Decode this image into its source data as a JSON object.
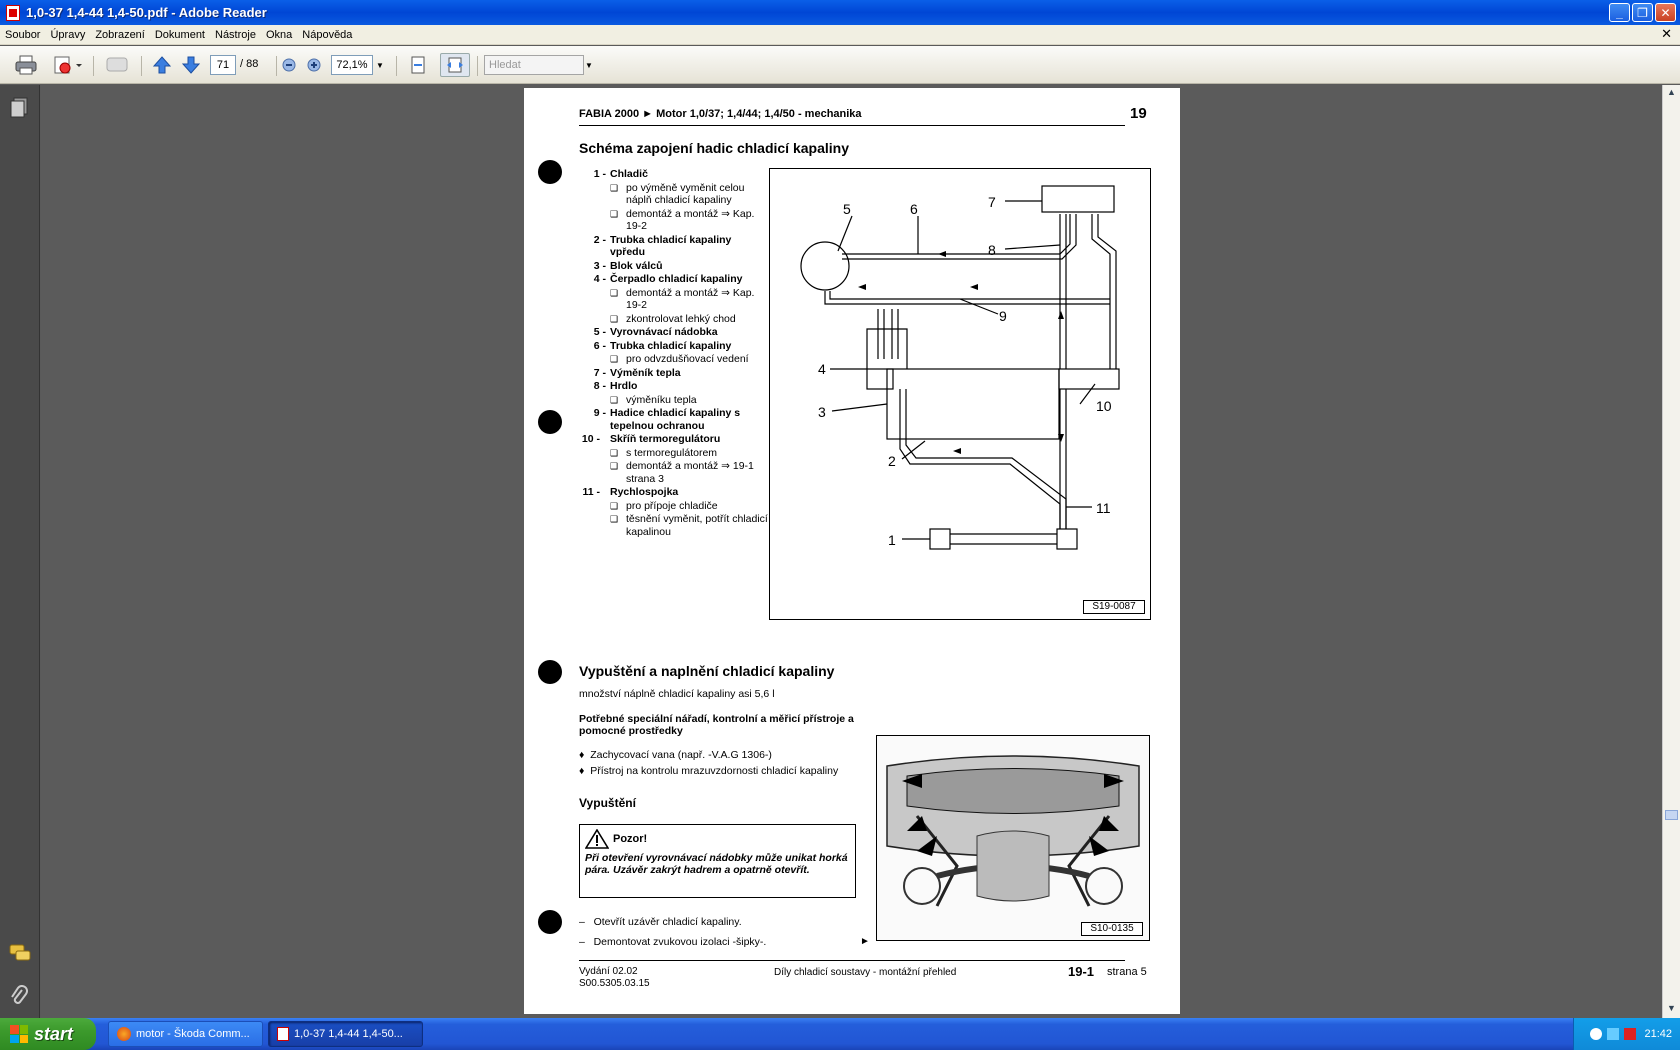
{
  "window": {
    "title": "1,0-37 1,4-44 1,4-50.pdf - Adobe Reader"
  },
  "menu": {
    "items": [
      "Soubor",
      "Úpravy",
      "Zobrazení",
      "Dokument",
      "Nástroje",
      "Okna",
      "Nápověda"
    ]
  },
  "toolbar": {
    "current_page": "71",
    "total_pages": "/ 88",
    "zoom": "72,1%",
    "search_placeholder": "Hledat"
  },
  "page": {
    "header_left": "FABIA 2000 ► Motor 1,0/37; 1,4/44; 1,4/50 - mechanika",
    "header_number": "19",
    "section1_title": "Schéma zapojení hadic chladicí kapaliny",
    "legend": [
      {
        "num": "1 -",
        "label": "Chladič",
        "subs": [
          "po výměně vyměnit celou náplň chladicí kapaliny",
          "demontáž a montáž ⇒ Kap. 19-2"
        ]
      },
      {
        "num": "2 -",
        "label": "Trubka chladicí kapaliny vpředu",
        "subs": []
      },
      {
        "num": "3 -",
        "label": "Blok válců",
        "subs": []
      },
      {
        "num": "4 -",
        "label": "Čerpadlo chladicí kapaliny",
        "subs": [
          "demontáž a montáž ⇒ Kap. 19-2",
          "zkontrolovat lehký chod"
        ]
      },
      {
        "num": "5 -",
        "label": "Vyrovnávací nádobka",
        "subs": []
      },
      {
        "num": "6 -",
        "label": "Trubka chladicí kapaliny",
        "subs": [
          "pro odvzdušňovací vedení"
        ]
      },
      {
        "num": "7 -",
        "label": "Výměník tepla",
        "subs": []
      },
      {
        "num": "8 -",
        "label": "Hrdlo",
        "subs": [
          "výměníku tepla"
        ]
      },
      {
        "num": "9 -",
        "label": "Hadice chladicí kapaliny s tepelnou ochranou",
        "subs": []
      },
      {
        "num": "10 -",
        "label": "Skříň termoregulátoru",
        "subs": [
          "s termoregulátorem",
          "demontáž a montáž ⇒ 19-1 strana 3"
        ]
      },
      {
        "num": "11 -",
        "label": "Rychlospojka",
        "subs": [
          "pro přípoje chladiče",
          "těsnění vyměnit, potřít chladicí kapalinou"
        ]
      }
    ],
    "diagram_labels": [
      "1",
      "2",
      "3",
      "4",
      "5",
      "6",
      "7",
      "8",
      "9",
      "10",
      "11"
    ],
    "diagram_code": "S19-0087",
    "section2_title": "Vypuštění a naplnění chladicí kapaliny",
    "fill_amount": "množství náplně chladicí kapaliny asi 5,6 l",
    "tools_heading": "Potřebné speciální nářadí, kontrolní a měřicí přístroje a pomocné prostředky",
    "tools": [
      "Zachycovací vana (např. -V.A.G 1306-)",
      "Přístroj na kontrolu mrazuvzdornosti chladicí kapaliny"
    ],
    "drain_heading": "Vypuštění",
    "warning_title": "Pozor!",
    "warning_text": "Při otevření vyrovnávací nádobky může unikat horká pára. Uzávěr zakrýt hadrem a opatrně otevřít.",
    "steps": [
      "Otevřít uzávěr chladicí kapaliny.",
      "Demontovat zvukovou izolaci -šipky-."
    ],
    "photo_code": "S10-0135",
    "footer_edition": "Vydání 02.02",
    "footer_code": "S00.5305.03.15",
    "footer_center": "Díly chladicí soustavy - montážní přehled",
    "footer_section": "19-1",
    "footer_page": "strana 5"
  },
  "taskbar": {
    "start_label": "start",
    "items": [
      "motor - Škoda Comm...",
      "1,0-37 1,4-44 1,4-50..."
    ],
    "clock": "21:42"
  }
}
